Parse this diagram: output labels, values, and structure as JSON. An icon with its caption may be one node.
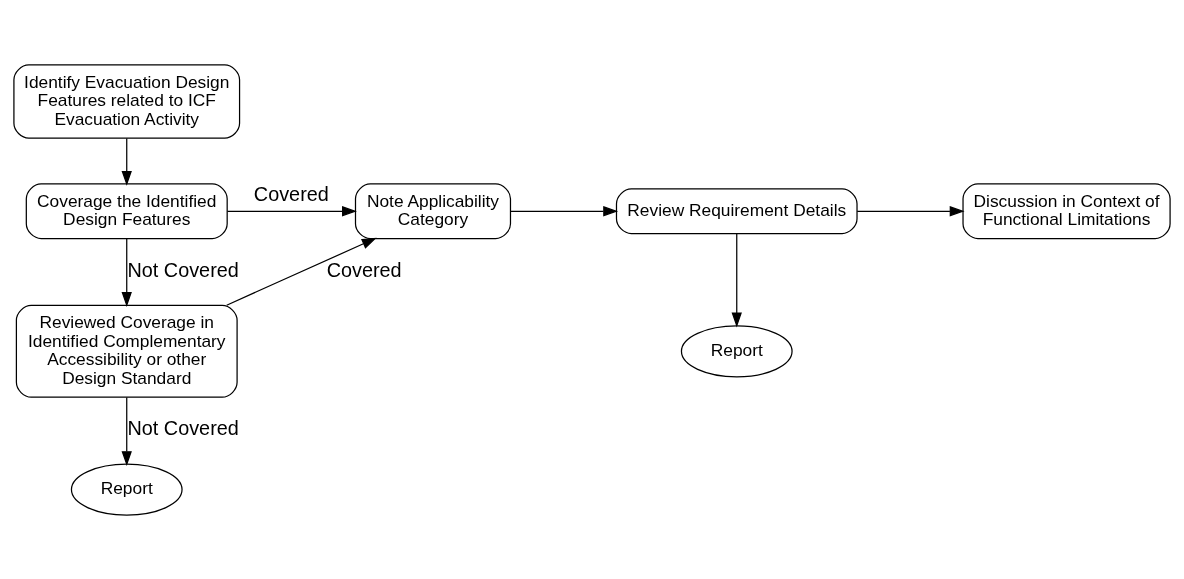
{
  "diagram": {
    "nodes": [
      {
        "text": [
          "Identify Evacuation Design Features related to ICF Evacuation Activity"
        ]
      },
      {
        "text": [
          "Coverage the Identified Design Features"
        ]
      },
      {
        "text": [
          "Note Applicability Category"
        ]
      },
      {
        "text": [
          "Review Requirement Details"
        ]
      },
      {
        "text": [
          "Discussion in Context of Functional Limitations"
        ]
      },
      {
        "text": [
          "Reviewed Coverage in Identified Complementary Accessibility or other Design Standard"
        ]
      },
      {
        "text": [
          "Report"
        ]
      },
      {
        "text": [
          "Report"
        ]
      }
    ],
    "edges": [
      {
        "from": 0,
        "to": 1,
        "arrow": "to"
      },
      {
        "from": 1,
        "to": 2,
        "arrow": "to",
        "label": "Covered"
      },
      {
        "from": 2,
        "to": 3,
        "arrow": "to"
      },
      {
        "from": 3,
        "to": 4,
        "arrow": "to"
      },
      {
        "from": 1,
        "to": 5,
        "arrow": "to",
        "label": "Not Covered"
      },
      {
        "from": 5,
        "to": 2,
        "arrow": "to",
        "label": "Covered"
      },
      {
        "from": 3,
        "to": 6,
        "arrow": "to"
      },
      {
        "from": 5,
        "to": 7,
        "arrow": "to",
        "label": "Not Covered"
      }
    ]
  }
}
